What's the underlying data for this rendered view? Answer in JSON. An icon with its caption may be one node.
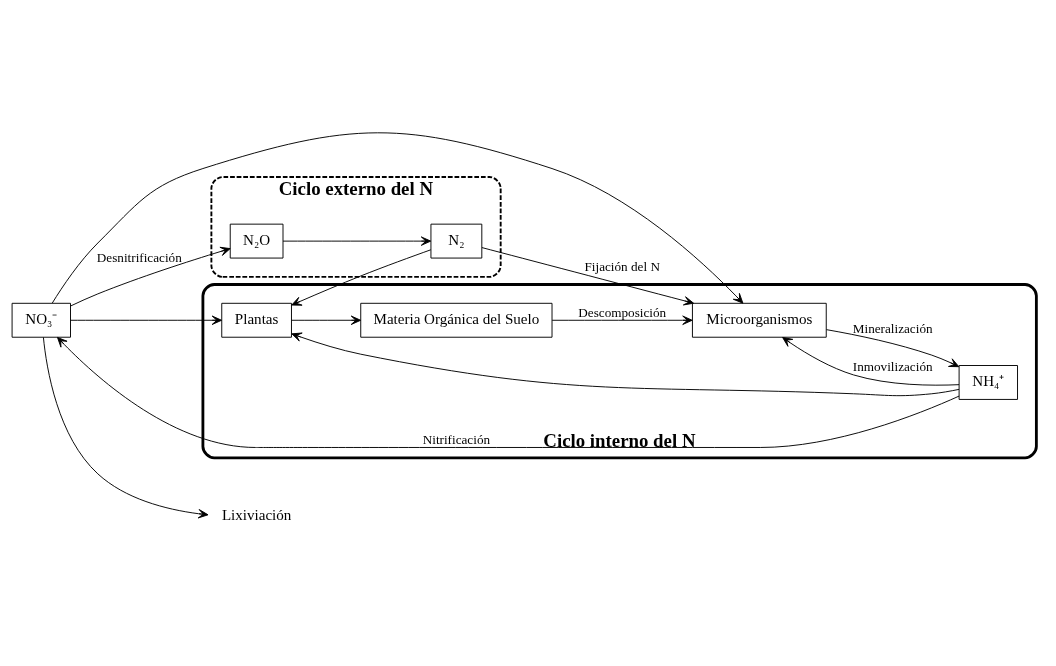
{
  "diagram": {
    "nodes": [
      {
        "text": [
          "Ciclo externo del N"
        ]
      },
      {
        "text": [
          "N₂"
        ],
        "in": 0
      },
      {
        "text": [
          "N₂O"
        ],
        "in": 0
      },
      {
        "text": [
          "Ciclo interno del N"
        ]
      },
      {
        "text": [
          "Plantas"
        ],
        "in": 3
      },
      {
        "text": [
          "Materia Orgánica del Suelo"
        ],
        "in": 3
      },
      {
        "text": [
          "Microorganismos"
        ],
        "in": 3
      },
      {
        "text": [
          "NH₄⁺"
        ],
        "in": 3
      },
      {
        "text": [
          "NO₃⁻"
        ]
      },
      {
        "text": [
          "Lixiviación"
        ]
      }
    ],
    "edges": [
      {
        "from": 1,
        "to": 6,
        "arrow": "to",
        "label": "Fijación del N"
      },
      {
        "from": 1,
        "to": 4,
        "arrow": "to"
      },
      {
        "from": 4,
        "to": 5,
        "arrow": "to"
      },
      {
        "from": 5,
        "to": 6,
        "arrow": "to",
        "label": "Descomposición"
      },
      {
        "from": 6,
        "to": 7,
        "arrow": "to",
        "label": "Mineralización"
      },
      {
        "from": 7,
        "to": 6,
        "arrow": "to",
        "label": "Inmovilización"
      },
      {
        "from": 7,
        "to": 4,
        "arrow": "to"
      },
      {
        "from": 7,
        "to": 8,
        "arrow": "to",
        "label": "Nitrificación"
      },
      {
        "from": 8,
        "to": 4,
        "arrow": "to"
      },
      {
        "from": 8,
        "to": 6,
        "arrow": "to"
      },
      {
        "from": 8,
        "to": 2,
        "arrow": "to",
        "label": "Desnitrificación"
      },
      {
        "from": 2,
        "to": 1,
        "arrow": "to"
      },
      {
        "from": 8,
        "to": 9,
        "arrow": "to"
      }
    ]
  }
}
